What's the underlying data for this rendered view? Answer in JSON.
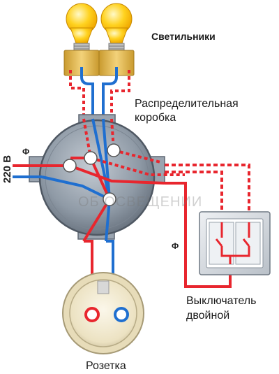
{
  "labels": {
    "lamps": "Светильники",
    "junction_box_line1": "Распределительная",
    "junction_box_line2": "коробка",
    "voltage": "220 В",
    "phase_in": "Ф",
    "phase_switch": "Ф",
    "switch_line1": "Выключатель",
    "switch_line2": "двойной",
    "socket": "Розетка",
    "watermark": "ОБ ОСВЕЩЕНИИ"
  },
  "colors": {
    "phase_wire": "#e8262e",
    "neutral_wire": "#1f6fd0",
    "box_body": "#8f9aa6",
    "bulb_glass": "#ffd21f",
    "lamp_holder": "#e2b84a",
    "switch_frame": "#d9dde2",
    "socket_face": "#f3ecd6"
  }
}
